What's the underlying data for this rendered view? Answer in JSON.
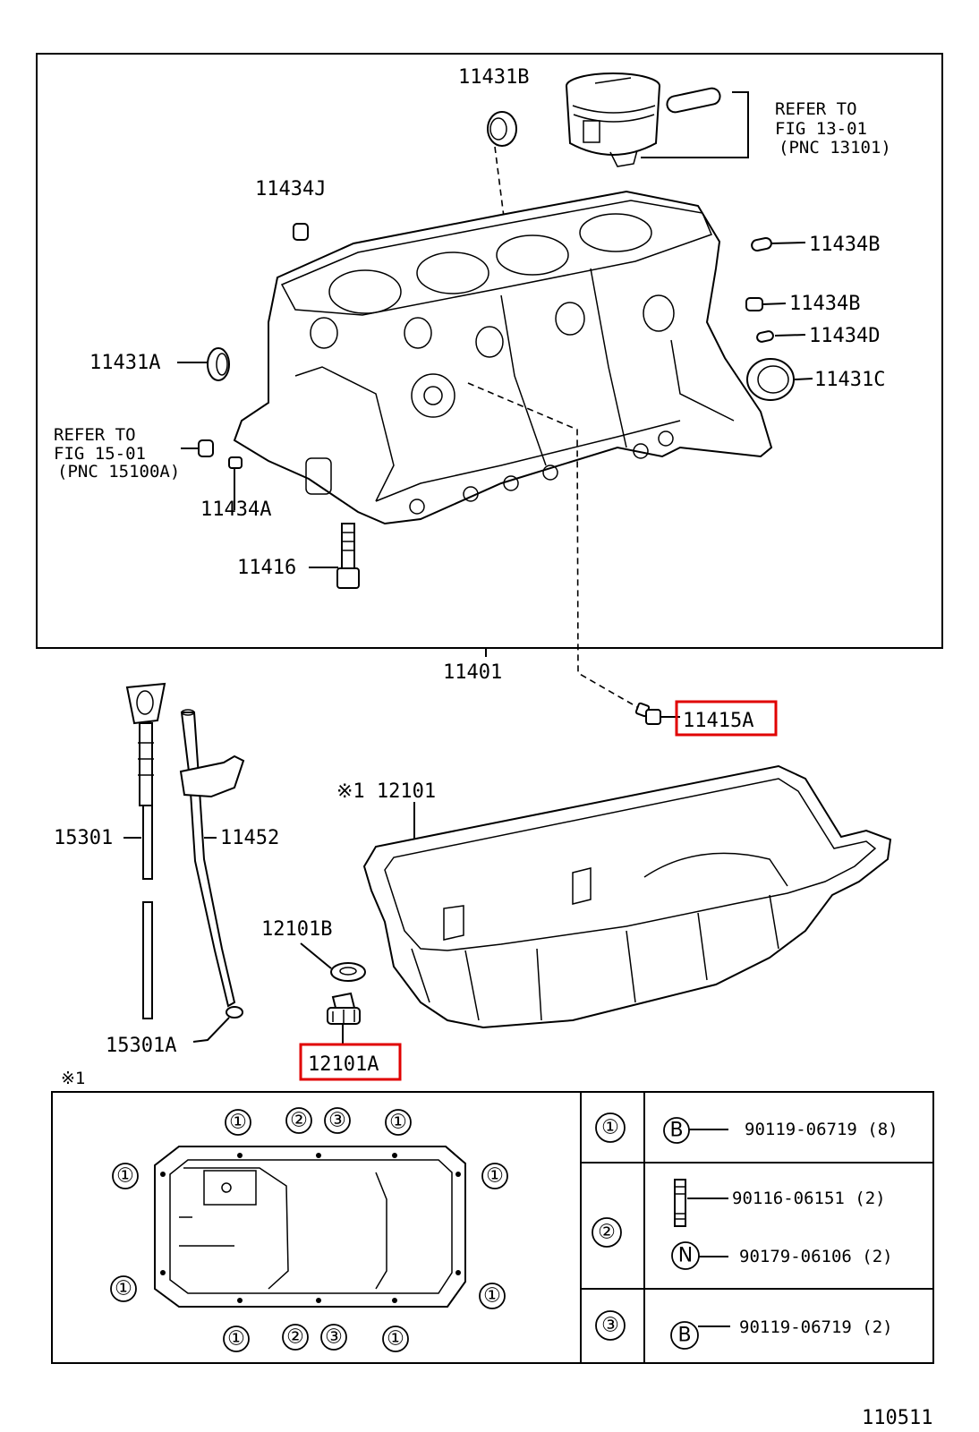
{
  "figure_code": "110511",
  "upper_frame": {
    "labels": {
      "p11431B": "11431B",
      "p11434J": "11434J",
      "p11434B_1": "11434B",
      "p11434B_2": "11434B",
      "p11434D": "11434D",
      "p11431A": "11431A",
      "p11431C": "11431C",
      "p11434A": "11434A",
      "p11416": "11416"
    },
    "refer_piston": [
      "REFER TO",
      "FIG 13-01",
      "(PNC 13101)"
    ],
    "refer_oil": [
      "REFER TO",
      "FIG 15-01",
      "(PNC 15100A)"
    ]
  },
  "lower_labels": {
    "p11401": "11401",
    "p11415A": "11415A",
    "p12101": "※1 12101",
    "p15301": "15301",
    "p11452": "11452",
    "p12101B": "12101B",
    "p15301A": "15301A",
    "p12101A": "12101A"
  },
  "highlight_color": "#e00000",
  "detail_box": {
    "marker": "※1",
    "plan_numbers": {
      "top": [
        "①",
        "②",
        "③",
        "①"
      ],
      "bottom": [
        "①",
        "②",
        "③",
        "①"
      ],
      "left": [
        "①",
        "①"
      ],
      "right": [
        "①",
        "①"
      ]
    },
    "rows": [
      {
        "index": "①",
        "items": [
          {
            "symbol": "B",
            "part": "90119-06719 (8)"
          }
        ]
      },
      {
        "index": "②",
        "items": [
          {
            "symbol": "",
            "part": "90116-06151 (2)"
          },
          {
            "symbol": "N",
            "part": "90179-06106 (2)"
          }
        ]
      },
      {
        "index": "③",
        "items": [
          {
            "symbol": "B",
            "part": "90119-06719 (2)"
          }
        ]
      }
    ]
  }
}
